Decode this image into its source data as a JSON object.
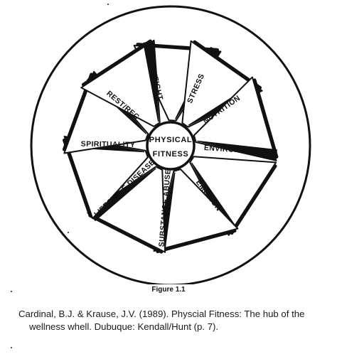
{
  "figure": {
    "hub_lines": [
      "PHYSICAL",
      "FITNESS"
    ],
    "spokes": [
      {
        "label": "STRESS",
        "angle": -86
      },
      {
        "label": "NUTRITION",
        "angle": -55
      },
      {
        "label": "ENVIRONMENT",
        "angle": -16
      },
      {
        "label": "EMOTION",
        "angle": 33
      },
      {
        "label": "SUBSTANCE ABUSE",
        "angle": 75
      },
      {
        "label": "LIFESTYLE DISEASE",
        "angle": 117
      },
      {
        "label": "SPIRITUALITY",
        "angle": 161
      },
      {
        "label": "REST/REC",
        "angle": 200
      },
      {
        "label": "WEIGHT",
        "angle": 237
      }
    ],
    "figure_label": "Figure 1.1"
  },
  "caption": {
    "line1": "Cardinal, B.J. & Krause, J.V. (1989). Physcial Fitness: The hub of the",
    "line2": "wellness whell.  Dubuque: Kendall/Hunt (p. 7)."
  },
  "colors": {
    "ink": "#111111",
    "paper": "#ffffff"
  }
}
